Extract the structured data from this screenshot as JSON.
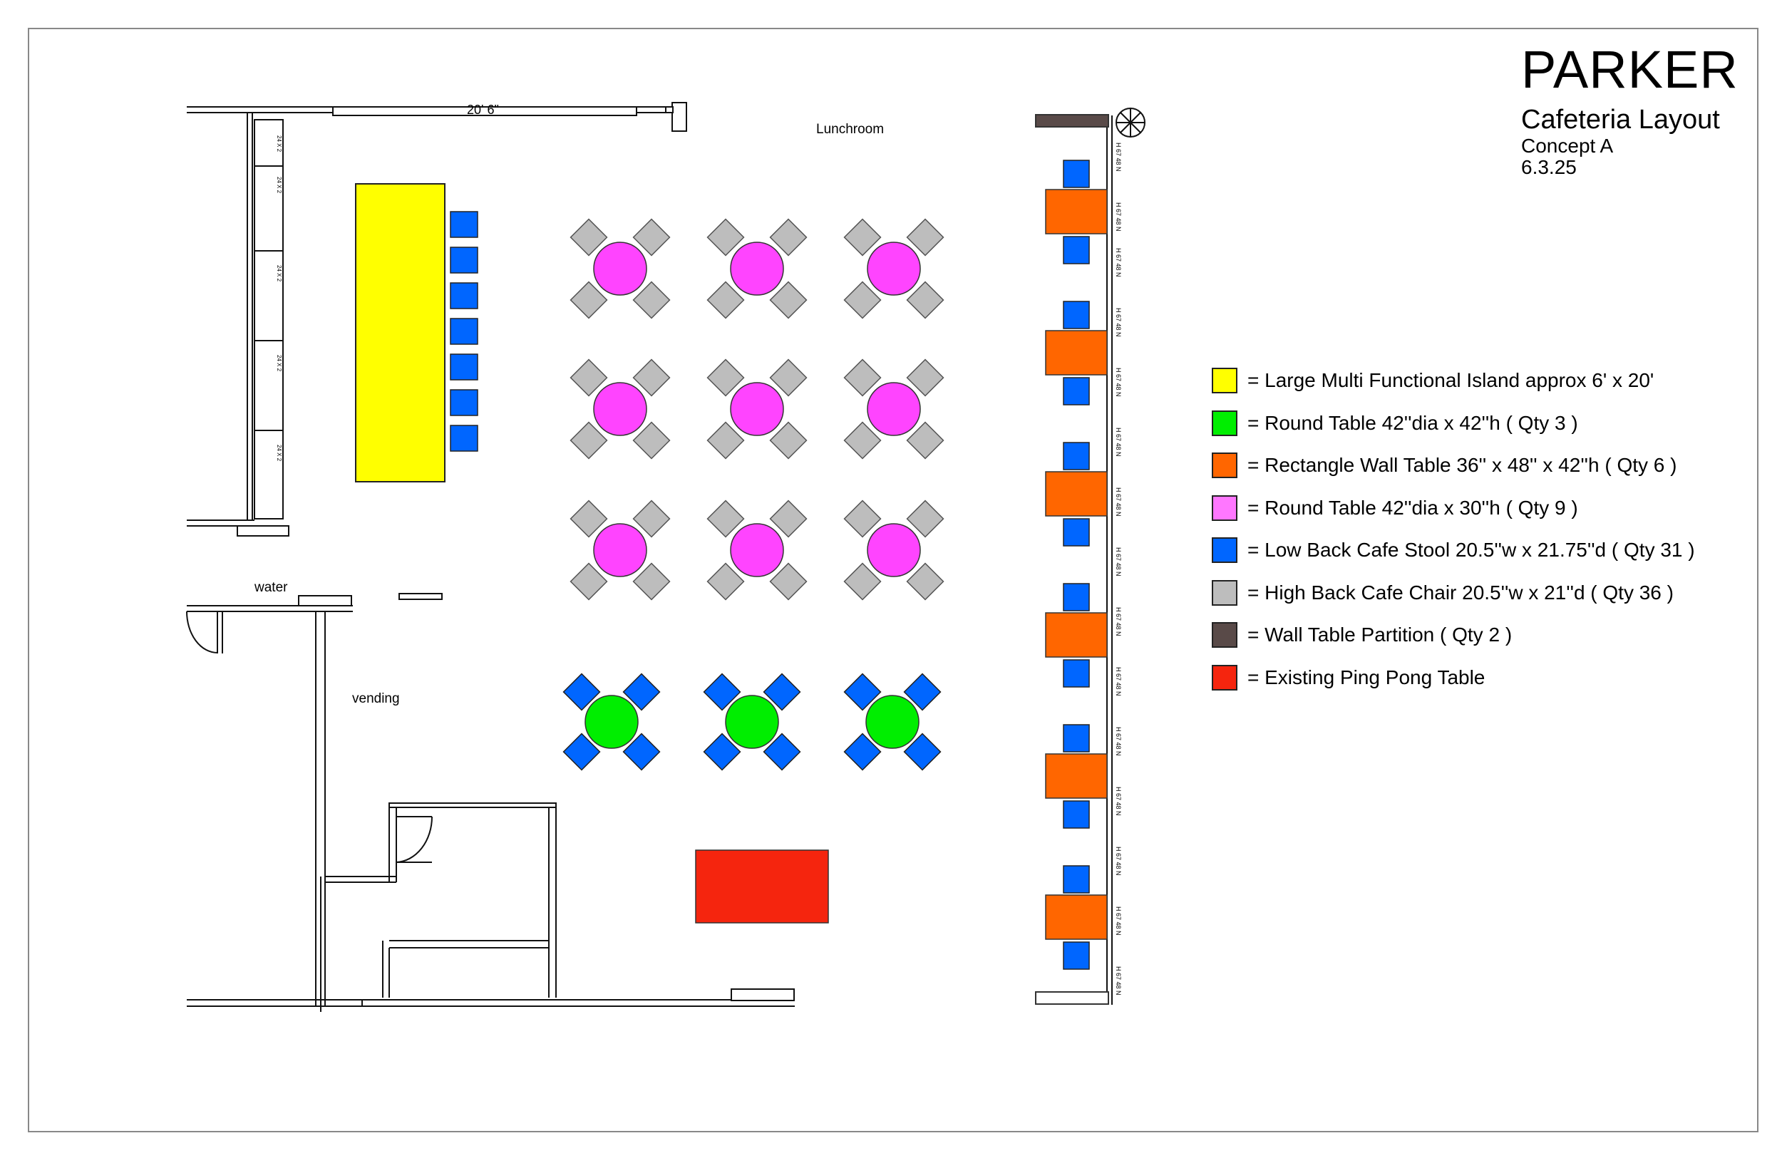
{
  "title": {
    "main": "PARKER",
    "subtitle": "Cafeteria Layout",
    "concept": "Concept A",
    "date": "6.3.25"
  },
  "labels": {
    "lunchroom": "Lunchroom",
    "water": "water",
    "vending": "vending",
    "dimension": "20' 6\"",
    "wall_tag": "H 67 48 N",
    "window_tag": "24 X 2"
  },
  "colors": {
    "island": "#ffff00",
    "round_tall": "#00ee00",
    "rect_wall": "#ff6600",
    "round_low": "#ff44ff",
    "stool": "#0066ff",
    "chair": "#b3b3b3",
    "partition": "#594a48",
    "ping_pong": "#f5250e",
    "line": "#111111"
  },
  "legend": [
    {
      "swatch_color": "#ffff00",
      "text": "= Large Multi Functional Island approx 6' x 20'"
    },
    {
      "swatch_color": "#00ee00",
      "text": "= Round Table 42''dia x 42''h ( Qty 3 )"
    },
    {
      "swatch_color": "#ff6600",
      "text": "= Rectangle Wall Table 36'' x 48'' x 42''h ( Qty 6 )"
    },
    {
      "swatch_color": "#ff77ff",
      "text": "= Round Table 42''dia x 30''h ( Qty 9 )"
    },
    {
      "swatch_color": "#0066ff",
      "text": "= Low Back Cafe Stool 20.5''w x 21.75''d ( Qty 31 )"
    },
    {
      "swatch_color": "#bdbdbd",
      "text": "= High Back Cafe Chair 20.5''w x 21''d ( Qty 36 )"
    },
    {
      "swatch_color": "#594a48",
      "text": "= Wall Table Partition ( Qty 2 )"
    },
    {
      "swatch_color": "#f5250e",
      "text": "= Existing Ping Pong Table"
    }
  ],
  "icons": {
    "compass": "compass-rose-icon"
  }
}
